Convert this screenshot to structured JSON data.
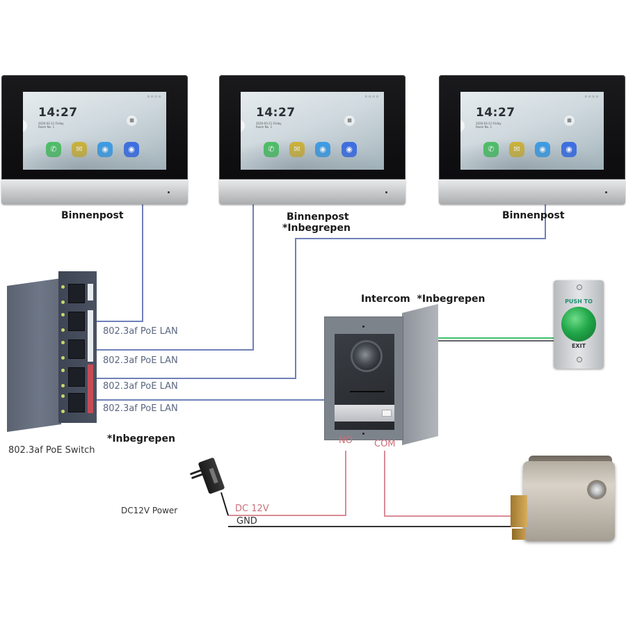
{
  "diagram": {
    "indoor_monitors": [
      {
        "label": "Binnenpost",
        "sublabel": "",
        "screen": {
          "time": "14:27",
          "date_line": "2020-03-11 Friday",
          "room_line": "Room No. 1",
          "qr_icon": "qr-icon",
          "apps": [
            {
              "name": "call",
              "icon": "phone-icon",
              "glyph": "✆",
              "color": "#4cc165"
            },
            {
              "name": "message",
              "icon": "message-icon",
              "glyph": "✉",
              "color": "#d2b534"
            },
            {
              "name": "live-view",
              "icon": "camera-icon",
              "glyph": "◉",
              "color": "#3a9de8"
            },
            {
              "name": "settings",
              "icon": "settings-icon",
              "glyph": "◉",
              "color": "#3e6fe0"
            }
          ]
        }
      },
      {
        "label": "Binnenpost",
        "sublabel": "*Inbegrepen",
        "screen": {
          "time": "14:27",
          "date_line": "2020-03-11 Friday",
          "room_line": "Room No. 1",
          "qr_icon": "qr-icon",
          "apps": [
            {
              "name": "call",
              "icon": "phone-icon",
              "glyph": "✆",
              "color": "#4cc165"
            },
            {
              "name": "message",
              "icon": "message-icon",
              "glyph": "✉",
              "color": "#d2b534"
            },
            {
              "name": "live-view",
              "icon": "camera-icon",
              "glyph": "◉",
              "color": "#3a9de8"
            },
            {
              "name": "settings",
              "icon": "settings-icon",
              "glyph": "◉",
              "color": "#3e6fe0"
            }
          ]
        }
      },
      {
        "label": "Binnenpost",
        "sublabel": "",
        "screen": {
          "time": "14:27",
          "date_line": "2020-03-11 Friday",
          "room_line": "Room No. 1",
          "qr_icon": "qr-icon",
          "apps": [
            {
              "name": "call",
              "icon": "phone-icon",
              "glyph": "✆",
              "color": "#4cc165"
            },
            {
              "name": "message",
              "icon": "message-icon",
              "glyph": "✉",
              "color": "#d2b534"
            },
            {
              "name": "live-view",
              "icon": "camera-icon",
              "glyph": "◉",
              "color": "#3a9de8"
            },
            {
              "name": "settings",
              "icon": "settings-icon",
              "glyph": "◉",
              "color": "#3e6fe0"
            }
          ]
        }
      }
    ],
    "poe_switch": {
      "label": "802.3af PoE Switch",
      "included": "*Inbegrepen",
      "port_labels": [
        "802.3af PoE LAN",
        "802.3af PoE LAN",
        "802.3af PoE LAN",
        "802.3af PoE LAN"
      ]
    },
    "intercom": {
      "label": "Intercom",
      "included": "*Inbegrepen",
      "terminals": {
        "no": "NO",
        "com": "COM"
      }
    },
    "exit_button": {
      "text_top": "PUSH TO",
      "text_bottom": "EXIT"
    },
    "power": {
      "label": "DC12V Power",
      "dc_line": "DC 12V",
      "gnd_line": "GND"
    },
    "colors": {
      "lan_wire": "#6f80b8",
      "power_wire": "#d88c98",
      "gnd_wire": "#333333",
      "exit_wire": "#3fbf6a"
    }
  }
}
